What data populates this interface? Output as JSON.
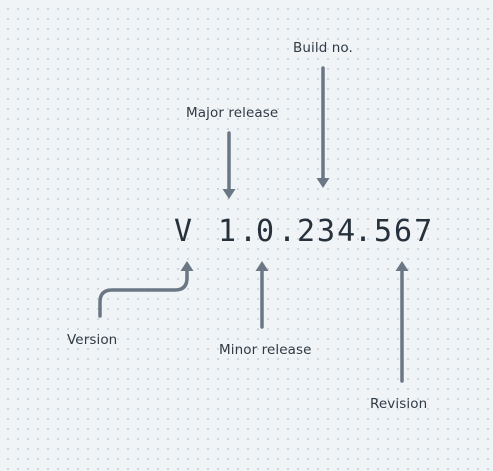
{
  "diagram": {
    "version_string": {
      "prefix": "V",
      "major": "1",
      "sep1": ".",
      "minor": "0",
      "sep2": ".",
      "build": "234",
      "sep3": ".",
      "revision": "567"
    },
    "labels": {
      "build": "Build no.",
      "major": "Major release",
      "version": "Version",
      "minor": "Minor release",
      "revision": "Revision"
    },
    "colors": {
      "background": "#f1f4f6",
      "grid_dot": "#c9d2da",
      "text": "#2f3a45",
      "version_text": "#26313c",
      "arrow": "#6b7785"
    }
  }
}
